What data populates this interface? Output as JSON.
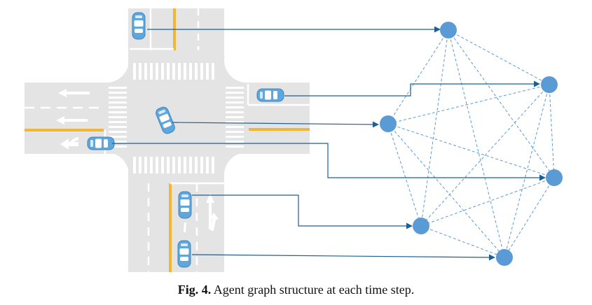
{
  "caption": {
    "label": "Fig. 4.",
    "text": "Agent graph structure at each time step."
  },
  "colors": {
    "road": "#e4e4e4",
    "lane_yellow": "#f2b632",
    "lane_white": "#ffffff",
    "car_body": "#5ea6dc",
    "car_window": "#ffffff",
    "node": "#5b9bd5",
    "arrow": "#1f5f92",
    "graph_edge": "#5b9bd5"
  },
  "icons": {
    "car": "car-icon",
    "lane_arrow": "arrow-icon"
  },
  "graph": {
    "nodes": [
      "n1",
      "n2",
      "n3",
      "n4",
      "n5",
      "n6"
    ],
    "edges": "complete"
  },
  "cars": [
    "car-north",
    "car-east",
    "car-center",
    "car-west",
    "car-south-1",
    "car-south-2"
  ]
}
